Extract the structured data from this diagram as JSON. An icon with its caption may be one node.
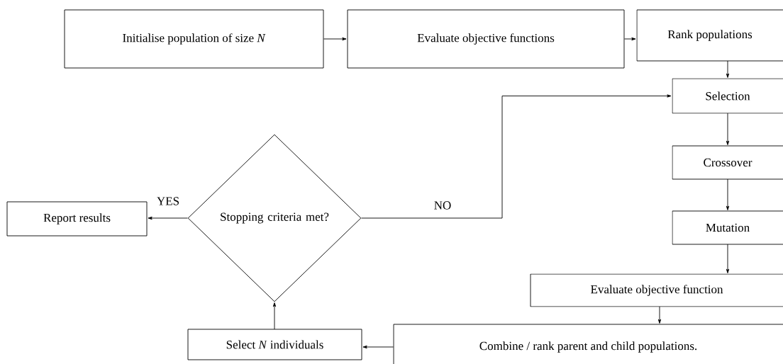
{
  "diagram": {
    "nodes": [
      {
        "text": [
          "Initialise population of size *N*"
        ]
      },
      {
        "text": [
          "Evaluate objective functions"
        ]
      },
      {
        "text": [
          "Rank populations"
        ]
      },
      {
        "text": [
          "Selection"
        ]
      },
      {
        "text": [
          "Crossover"
        ]
      },
      {
        "text": [
          "Mutation"
        ]
      },
      {
        "text": [
          "Evaluate objective function"
        ]
      },
      {
        "text": [
          "Combine / rank parent and child populations."
        ]
      },
      {
        "text": [
          "Select *N* individuals"
        ]
      },
      {
        "text": [
          "Stopping criteria met?"
        ]
      },
      {
        "text": [
          "Report results"
        ]
      }
    ],
    "edges": [
      {
        "from": 0,
        "to": 1,
        "arrow": "to"
      },
      {
        "from": 1,
        "to": 2,
        "arrow": "to"
      },
      {
        "from": 2,
        "to": 3,
        "arrow": "to"
      },
      {
        "from": 3,
        "to": 4,
        "arrow": "to"
      },
      {
        "from": 4,
        "to": 5,
        "arrow": "to"
      },
      {
        "from": 5,
        "to": 6,
        "arrow": "to"
      },
      {
        "from": 6,
        "to": 7,
        "arrow": "to"
      },
      {
        "from": 7,
        "to": 8,
        "arrow": "to"
      },
      {
        "from": 8,
        "to": 9,
        "arrow": "to"
      },
      {
        "from": 9,
        "to": 10,
        "arrow": "to",
        "label": "YES"
      },
      {
        "from": 9,
        "to": 3,
        "arrow": "to",
        "label": "NO"
      }
    ]
  }
}
